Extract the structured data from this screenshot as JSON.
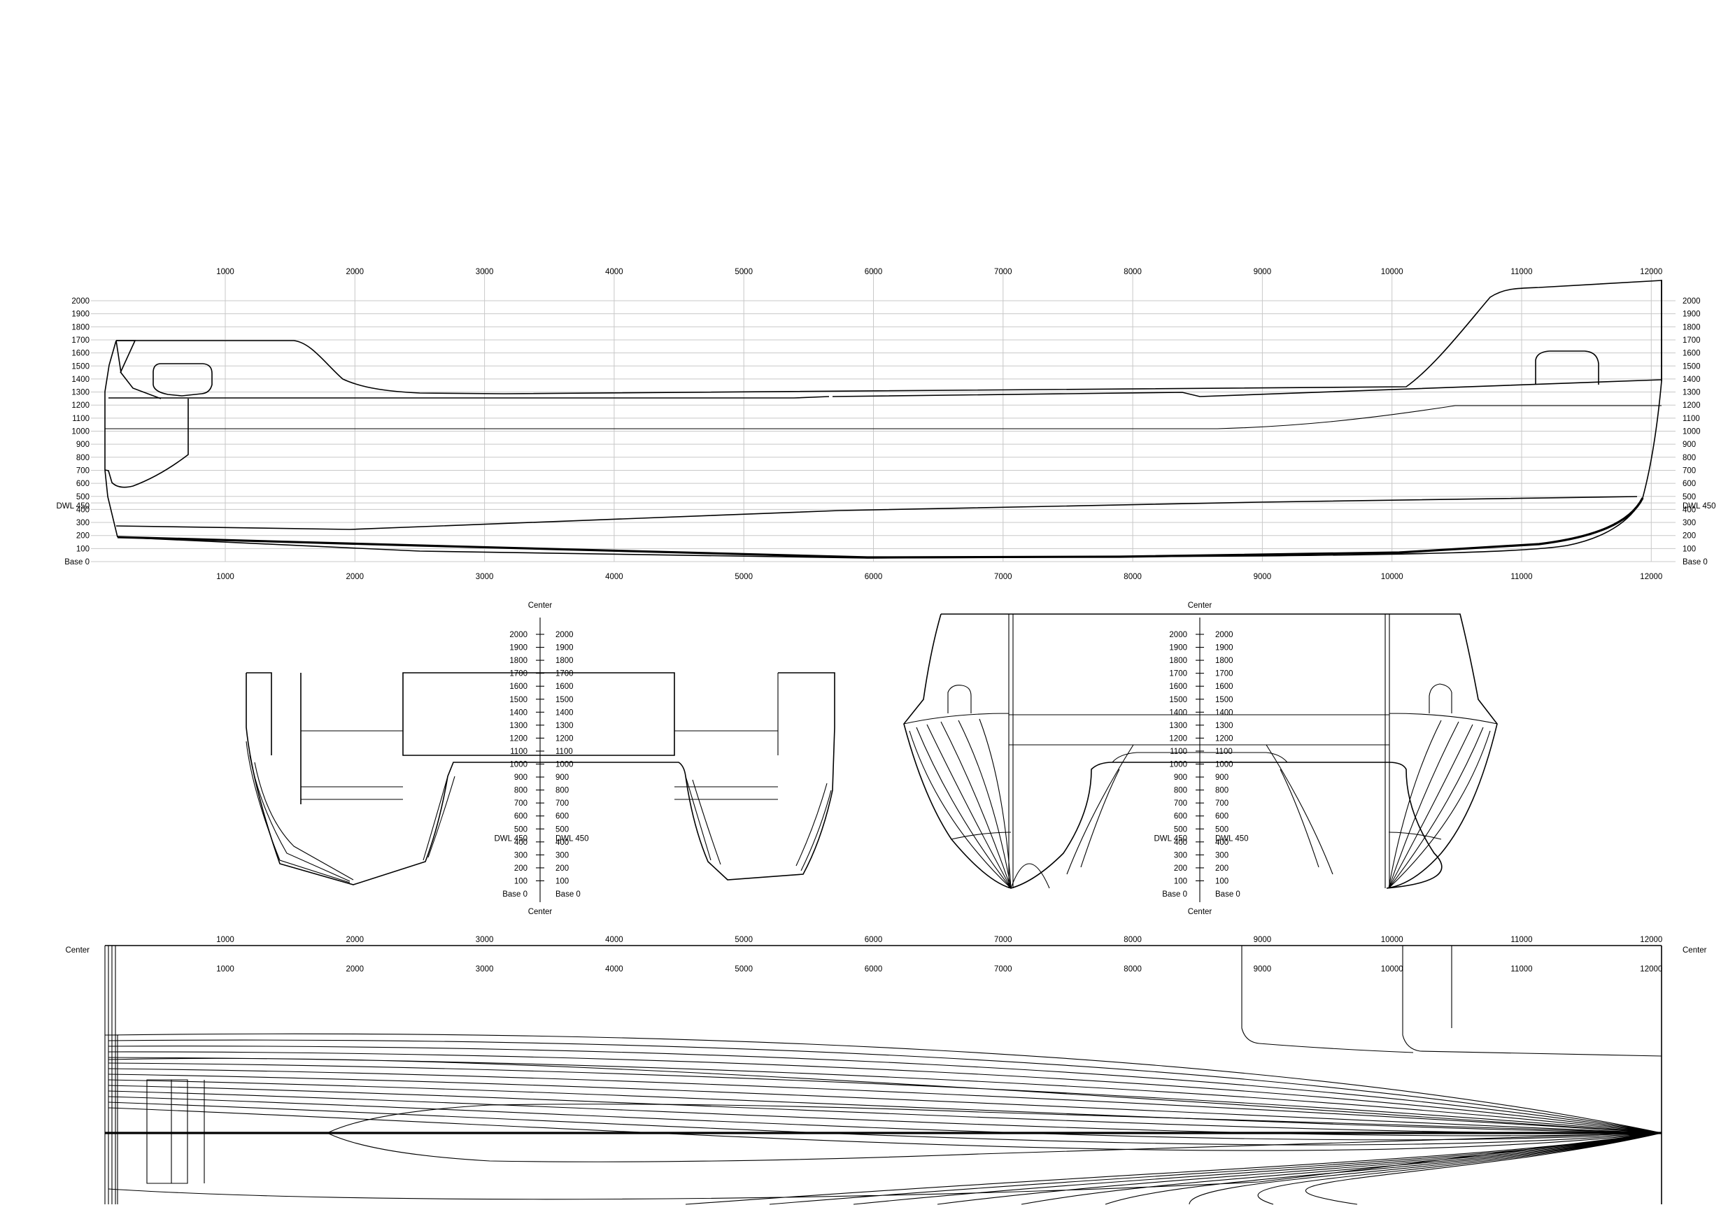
{
  "drawing": {
    "stations": [
      1000,
      2000,
      3000,
      4000,
      5000,
      6000,
      7000,
      8000,
      9000,
      10000,
      11000,
      12000
    ],
    "heights": [
      2000,
      1900,
      1800,
      1700,
      1600,
      1500,
      1400,
      1300,
      1200,
      1100,
      1000,
      900,
      800,
      700,
      600,
      500,
      400,
      300,
      200,
      100
    ],
    "labels": {
      "dwl": "DWL 450",
      "base": "Base 0",
      "center": "Center"
    },
    "views": {
      "profile": "profile-view",
      "body_plan_aft": "body-plan-aft",
      "body_plan_fwd": "body-plan-fwd",
      "plan": "plan-view"
    },
    "line_color": "#000000",
    "grid_color": "#c8c8c8"
  }
}
